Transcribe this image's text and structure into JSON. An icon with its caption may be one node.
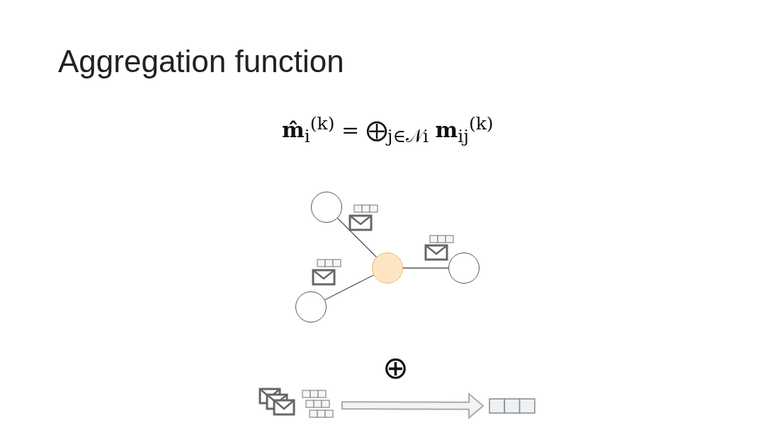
{
  "diagram": {
    "title": "Aggregation function",
    "nodes": [
      {
        "text": [],
        "shape": "circle"
      },
      {
        "text": [],
        "shape": "circle"
      },
      {
        "text": [],
        "shape": "circle"
      },
      {
        "text": [],
        "shape": "circle"
      },
      {
        "text": [],
        "shape": "envelope"
      },
      {
        "text": [],
        "shape": "bar"
      }
    ],
    "edges": [
      {
        "from": 0,
        "to": 1,
        "arrow": "none"
      },
      {
        "from": 1,
        "to": 2,
        "arrow": "none"
      },
      {
        "from": 3,
        "to": 1,
        "arrow": "none"
      },
      {
        "from": 4,
        "to": 5,
        "arrow": "to",
        "style": "thick"
      }
    ],
    "labels": [
      "**m̂**$_{i}$$^{(k)}$ = ⨁$_{j∈𝒩i}$ **m**$_{ij}$$^{(k)}$",
      "⊕"
    ]
  }
}
